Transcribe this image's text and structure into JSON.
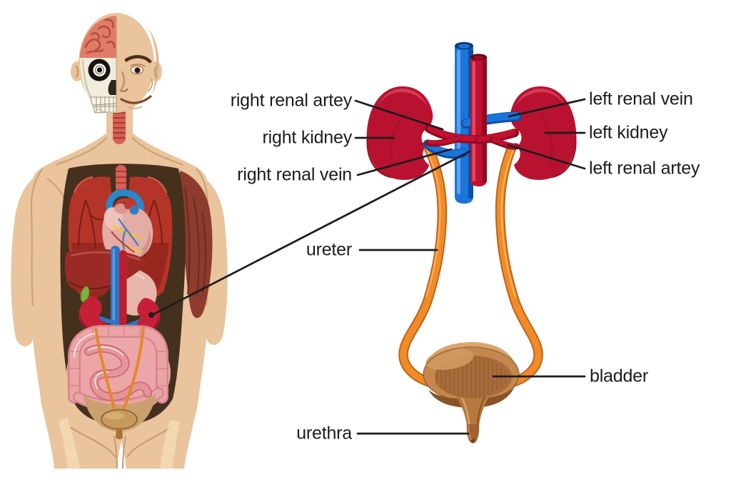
{
  "labels": {
    "right_renal_artery": "right renal artey",
    "right_kidney": "right kidney",
    "right_renal_vein": "right renal vein",
    "ureter": "ureter",
    "urethra": "urethra",
    "left_renal_vein": "left renal vein",
    "left_kidney": "left kidney",
    "left_renal_artery": "left renal artey",
    "bladder": "bladder"
  },
  "colors": {
    "background": "#ffffff",
    "label_text": "#1c1c1c",
    "leader_line": "#1c1c1c",
    "kidney_red": "#b81230",
    "artery_red": "#c21031",
    "vein_blue": "#1b74dc",
    "ureter_orange": "#ef8c28",
    "bladder_tan": "#c4874d",
    "skin_tan": "#e9c49c",
    "cavity_brown": "#45301e",
    "intestine_pink": "#eca6a8",
    "lung_red": "#b43428",
    "liver_red": "#9a2b24"
  }
}
